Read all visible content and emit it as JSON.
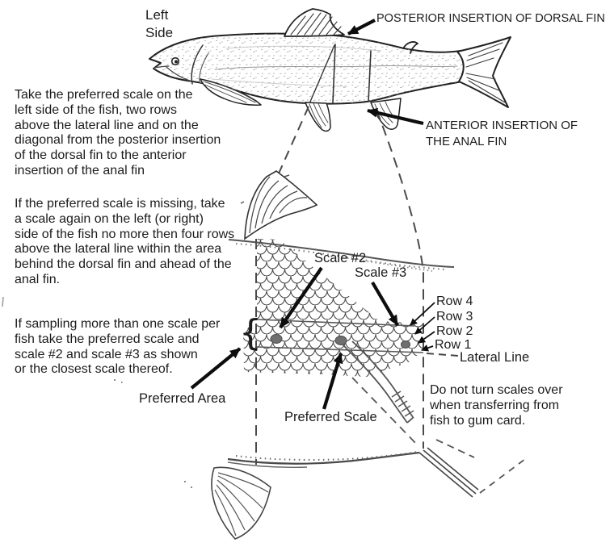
{
  "figure": {
    "side_label": "Left\nSide",
    "posterior_label": "POSTERIOR INSERTION OF DORSAL FIN",
    "anterior_label": "ANTERIOR INSERTION OF\nTHE ANAL FIN"
  },
  "instructions": {
    "p1": "Take the preferred scale on the\nleft side of the fish, two rows\nabove the lateral line and on the\ndiagonal from the posterior insertion\nof the dorsal fin to the anterior\ninsertion of the anal fin",
    "p2": "If the preferred scale is missing, take\na scale again on the left (or right)\nside of the fish no more then four rows\nabove the lateral line within the area\nbehind the dorsal fin and ahead of the\nanal fin.",
    "p3": "If sampling more than one scale per\nfish take the preferred scale and\nscale #2 and scale #3 as shown\nor the closest scale thereof.",
    "note": "Do not turn scales over\nwhen transferring from\nfish to gum card."
  },
  "magnified": {
    "scale2_label": "Scale #2",
    "scale3_label": "Scale #3",
    "rows": [
      "Row 4",
      "Row 3",
      "Row 2",
      "Row 1"
    ],
    "lateral_line_label": "Lateral Line",
    "preferred_area_label": "Preferred Area",
    "preferred_scale_label": "Preferred Scale",
    "brace": "{"
  },
  "colors": {
    "ink": "#1c1c1c",
    "sketch": "#3a3a3a",
    "dot_fill": "#6f6f6f"
  }
}
